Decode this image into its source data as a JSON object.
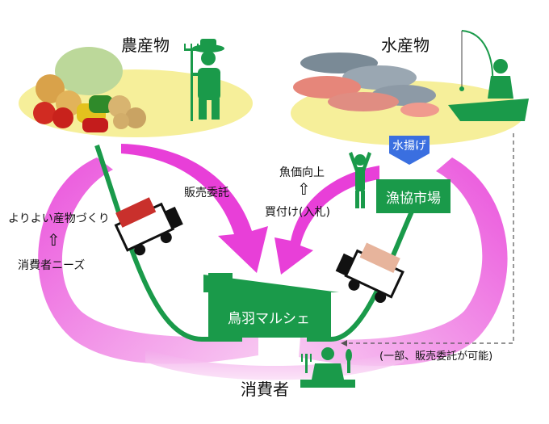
{
  "diagram": {
    "agri_title": "農産物",
    "fish_title": "水産物",
    "landing_label": "水揚げ",
    "fish_market_label": "漁協市場",
    "fish_price_label": "魚価向上",
    "bid_label": "買付け(入札)",
    "consign_label": "販売委託",
    "better_products_label": "よりよい産物づくり",
    "consumer_needs_label": "消費者ニーズ",
    "marche_label": "鳥羽マルシェ",
    "consumer_label": "消費者",
    "partial_consign_label": "(一部、販売委託が可能)",
    "up_arrow_glyph": "⇧",
    "colors": {
      "green": "#1a9a4a",
      "magenta": "#e83fd8",
      "pink_light": "#f3a8ec",
      "yellow": "#f6ef9a",
      "landing_blue": "#3a6fe0"
    }
  }
}
